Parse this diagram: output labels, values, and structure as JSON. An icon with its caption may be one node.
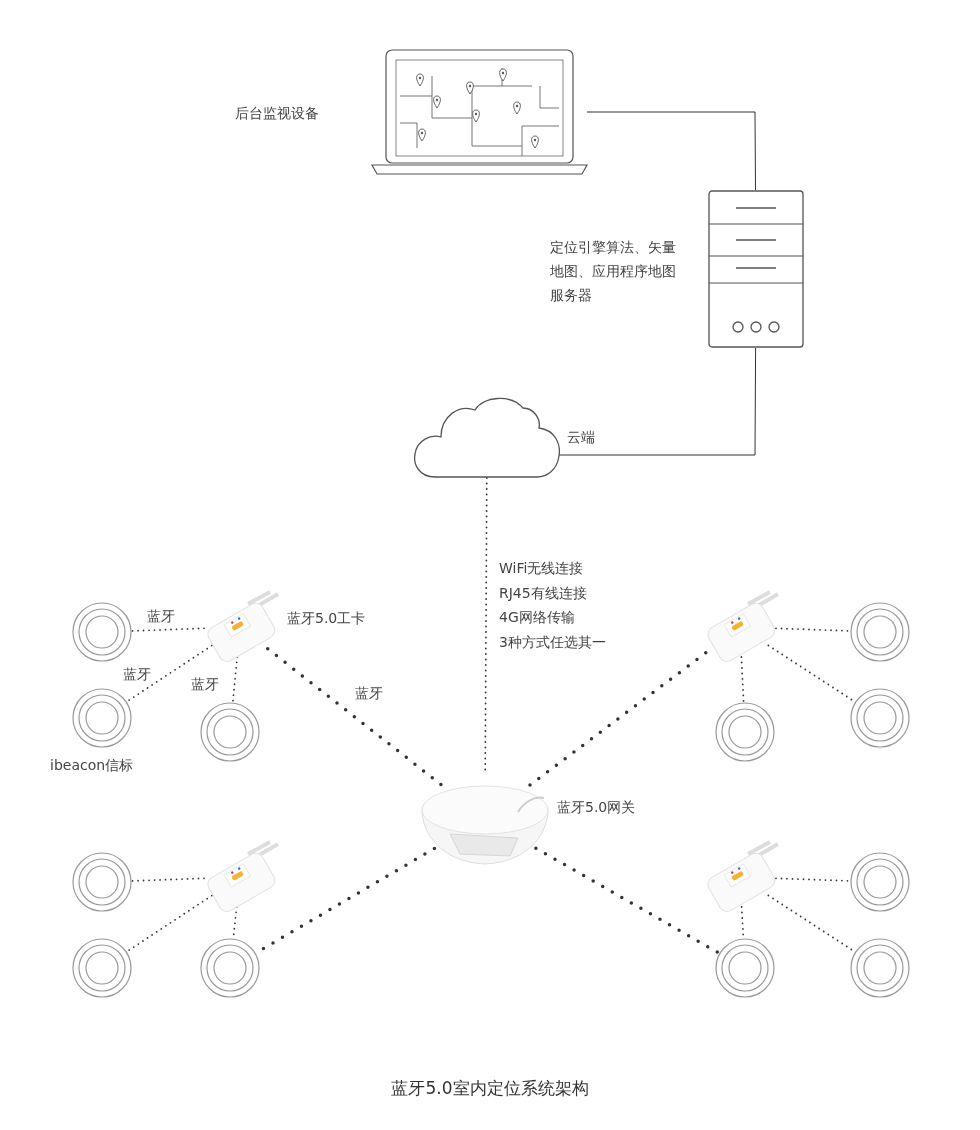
{
  "diagram": {
    "caption": "蓝牙5.0室内定位系统架构",
    "labels": [
      "后台监视设备"
    ],
    "nodes": [
      {
        "text": [],
        "shape": "picture"
      },
      {
        "text": [],
        "shape": "picture",
        "beside": [
          "定位引擎算法、矢量地图、应用程序地图服务器"
        ]
      },
      {
        "text": [],
        "shape": "cloud",
        "beside": [
          "云端"
        ]
      },
      {
        "text": [],
        "shape": "picture",
        "beside": [
          "蓝牙5.0网关"
        ]
      },
      {
        "text": [],
        "shape": "picture",
        "beside": [
          "蓝牙5.0工卡"
        ]
      },
      {
        "text": [],
        "shape": "circle"
      },
      {
        "text": [],
        "shape": "circle",
        "beside": [
          "ibeacon信标"
        ]
      },
      {
        "text": [],
        "shape": "circle"
      },
      {
        "text": [],
        "shape": "picture"
      },
      {
        "text": [],
        "shape": "circle"
      },
      {
        "text": [],
        "shape": "circle"
      },
      {
        "text": [],
        "shape": "circle"
      },
      {
        "text": [],
        "shape": "picture"
      },
      {
        "text": [],
        "shape": "circle"
      },
      {
        "text": [],
        "shape": "circle"
      },
      {
        "text": [],
        "shape": "circle"
      },
      {
        "text": [],
        "shape": "picture"
      },
      {
        "text": [],
        "shape": "circle"
      },
      {
        "text": [],
        "shape": "circle"
      },
      {
        "text": [],
        "shape": "circle"
      }
    ],
    "edges": [
      {
        "from": 0,
        "to": 1,
        "arrow": "none"
      },
      {
        "from": 1,
        "to": 2,
        "arrow": "none"
      },
      {
        "from": 2,
        "to": 3,
        "arrow": "none",
        "style": "dashed",
        "label": "WiFi无线连接 RJ45有线连接 4G网络传输 3种方式任选其一"
      },
      {
        "from": 3,
        "to": 4,
        "arrow": "none",
        "style": "dashed",
        "label": "蓝牙"
      },
      {
        "from": 3,
        "to": 8,
        "arrow": "none",
        "style": "dashed"
      },
      {
        "from": 3,
        "to": 15,
        "arrow": "none",
        "style": "dashed"
      },
      {
        "from": 3,
        "to": 18,
        "arrow": "none",
        "style": "dashed"
      },
      {
        "from": 4,
        "to": 5,
        "arrow": "none",
        "style": "dashed",
        "label": "蓝牙"
      },
      {
        "from": 4,
        "to": 6,
        "arrow": "none",
        "style": "dashed",
        "label": "蓝牙"
      },
      {
        "from": 4,
        "to": 7,
        "arrow": "none",
        "style": "dashed",
        "label": "蓝牙"
      },
      {
        "from": 8,
        "to": 9,
        "arrow": "none",
        "style": "dashed"
      },
      {
        "from": 8,
        "to": 10,
        "arrow": "none",
        "style": "dashed"
      },
      {
        "from": 8,
        "to": 11,
        "arrow": "none",
        "style": "dashed"
      },
      {
        "from": 12,
        "to": 13,
        "arrow": "none",
        "style": "dashed"
      },
      {
        "from": 12,
        "to": 14,
        "arrow": "none",
        "style": "dashed"
      },
      {
        "from": 12,
        "to": 15,
        "arrow": "none",
        "style": "dashed"
      },
      {
        "from": 16,
        "to": 17,
        "arrow": "none",
        "style": "dashed"
      },
      {
        "from": 16,
        "to": 18,
        "arrow": "none",
        "style": "dashed"
      },
      {
        "from": 16,
        "to": 19,
        "arrow": "none",
        "style": "dashed"
      }
    ]
  }
}
